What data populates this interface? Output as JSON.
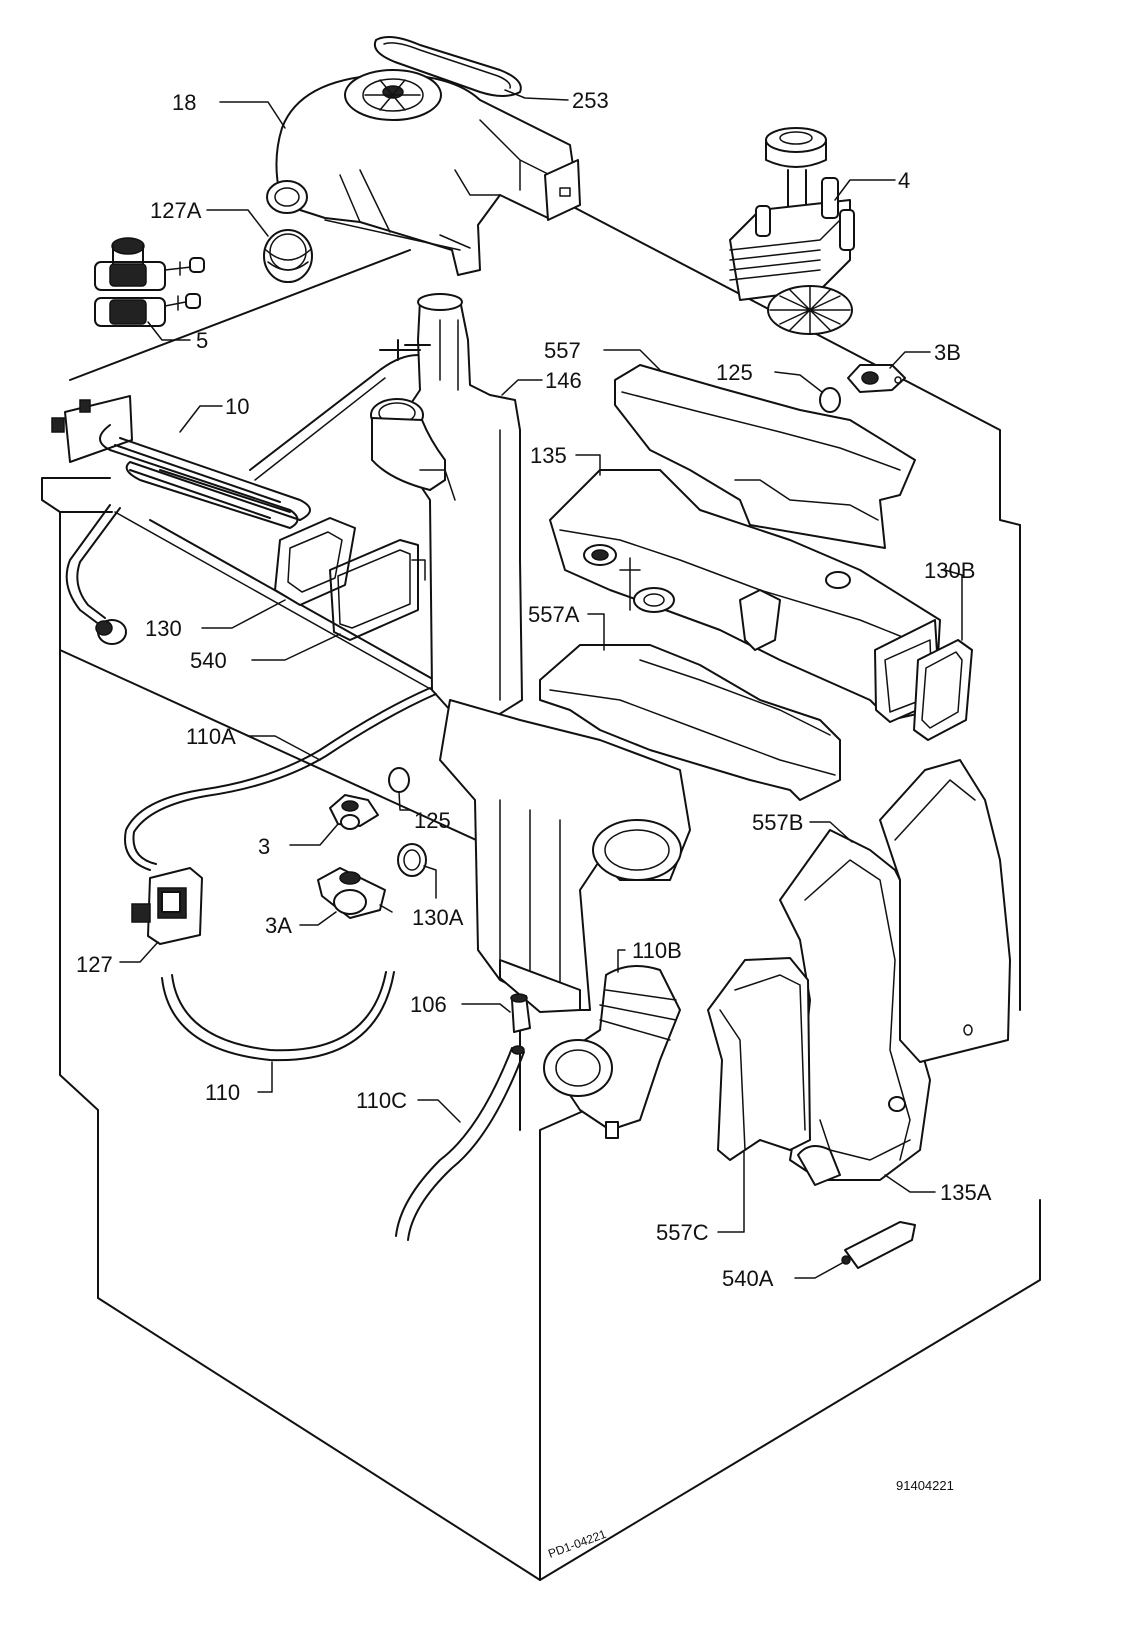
{
  "labels": {
    "l18": "18",
    "l253": "253",
    "l127a": "127A",
    "l4": "4",
    "l5": "5",
    "l557": "557",
    "l146": "146",
    "l125_top": "125",
    "l3b": "3B",
    "l10": "10",
    "l135": "135",
    "l130b": "130B",
    "l557a": "557A",
    "l130": "130",
    "l540": "540",
    "l110a": "110A",
    "l125_low": "125",
    "l3": "3",
    "l557b": "557B",
    "l3a": "3A",
    "l130a": "130A",
    "l127": "127",
    "l110b": "110B",
    "l106": "106",
    "l110": "110",
    "l110c": "110C",
    "l135a": "135A",
    "l557c": "557C",
    "l540a": "540A"
  },
  "document_number": "91404221",
  "drawing_code": "PD1-04221"
}
